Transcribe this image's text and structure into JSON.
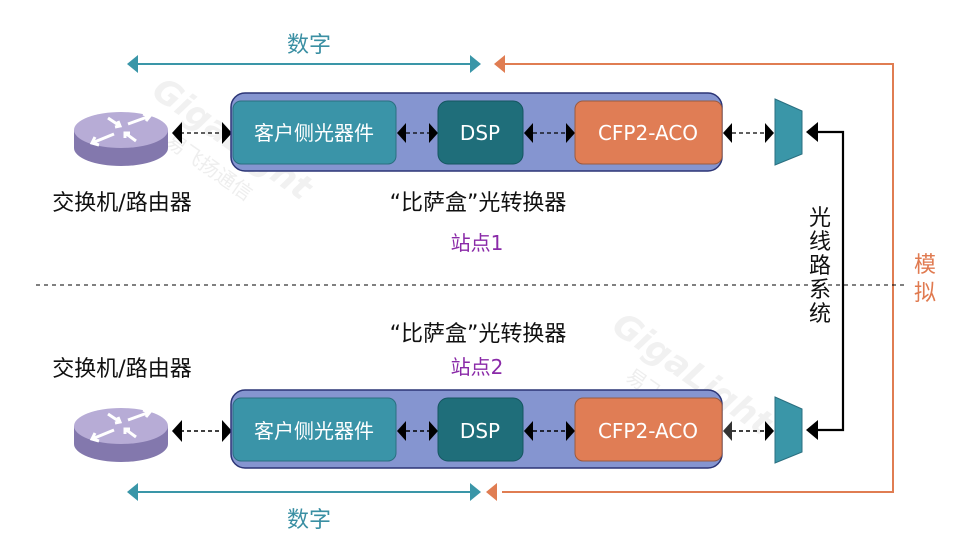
{
  "colors": {
    "digital": "#3a96a8",
    "analog": "#e07d52",
    "container": "#8595d0",
    "container_border": "#2c3576",
    "client_optics": "#3a94a8",
    "dsp": "#1f6e7a",
    "cfp2": "#e07d55",
    "router_top": "#b7acd6",
    "router_side": "#8378ad",
    "mux": "#3a96a8",
    "station": "#8a2aa8"
  },
  "top": {
    "digital_label": "数字",
    "router_label": "交换机/路由器",
    "converter_label": "“比萨盒”光转换器",
    "station_label": "站点1",
    "blocks": {
      "client": "客户侧光器件",
      "dsp": "DSP",
      "cfp2": "CFP2-ACO"
    }
  },
  "bottom": {
    "digital_label": "数字",
    "router_label": "交换机/路由器",
    "converter_label": "“比萨盒”光转换器",
    "station_label": "站点2",
    "blocks": {
      "client": "客户侧光器件",
      "dsp": "DSP",
      "cfp2": "CFP2-ACO"
    }
  },
  "fiber_system_label": [
    "光",
    "线",
    "路",
    "系",
    "统"
  ],
  "analog_label": [
    "模",
    "拟"
  ],
  "watermark": {
    "brand": "GigaLight",
    "cn": "易飞扬通信"
  }
}
